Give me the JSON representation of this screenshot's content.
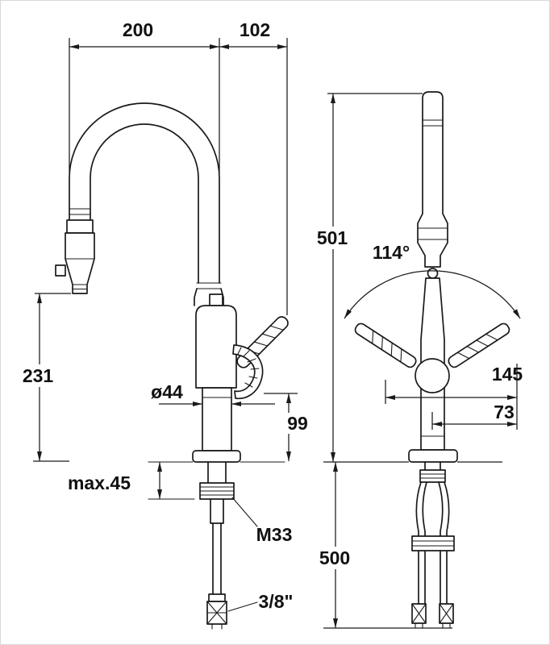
{
  "page": {
    "background": "#ffffff",
    "line_color": "#1a1a1a"
  },
  "dimensions": {
    "spout_width": "200",
    "handle_offset": "102",
    "total_height": "501",
    "outlet_height": "231",
    "body_diameter": "ø44",
    "handle_height": "99",
    "swivel_angle": "114°",
    "handle_span": "145",
    "handle_span_from_center": "73",
    "max_deck_thickness": "max.45",
    "mounting_thread": "M33",
    "hose_length": "500",
    "hose_connection": "3/8\""
  }
}
